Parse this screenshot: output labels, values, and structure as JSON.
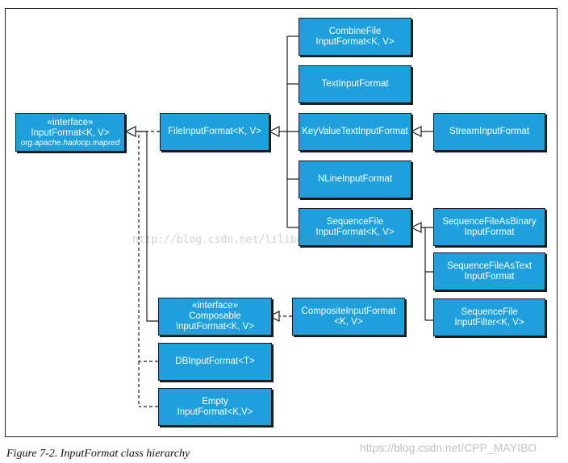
{
  "nodes": {
    "inputformat": {
      "stereotype": "«interface»",
      "name": "InputFormat<K, V>",
      "package": "org.apache.hadoop.mapred"
    },
    "fileinputformat": {
      "name": "FileInputFormat<K, V>"
    },
    "combinefile": {
      "line1": "CombineFile",
      "line2": "InputFormat<K, V>"
    },
    "textinputformat": {
      "name": "TextInputFormat"
    },
    "keyvalue": {
      "name": "KeyValueTextInputFormat"
    },
    "streaminputformat": {
      "name": "StreamInputFormat"
    },
    "nlineinputformat": {
      "name": "NLineInputFormat"
    },
    "sequencefile": {
      "line1": "SequenceFile",
      "line2": "InputFormat<K, V>"
    },
    "seqbinary": {
      "line1": "SequenceFileAsBinary",
      "line2": "InputFormat"
    },
    "seqtext": {
      "line1": "SequenceFileAsText",
      "line2": "InputFormat"
    },
    "seqfilter": {
      "line1": "SequenceFile",
      "line2": "InputFilter<K, V>"
    },
    "composable": {
      "stereotype": "«interface»",
      "line1": "Composable",
      "line2": "InputFormat<K, V>"
    },
    "composite": {
      "line1": "CompositeInputFormat",
      "line2": "<K, V>"
    },
    "dbinputformat": {
      "name": "DBInputFormat<T>"
    },
    "empty": {
      "line1": "Empty",
      "line2": "InputFormat<K,V>"
    }
  },
  "watermark_center": "http://blog.csdn.net/lilibeichadaixiaohu",
  "watermark_corner": "https://blog.csdn.net/CPP_MAYIBO",
  "caption": "Figure 7-2. InputFormat class hierarchy",
  "colors": {
    "node_fill": "#1ea0dd",
    "node_border": "#1a1a1a",
    "node_text": "#ffffff",
    "line": "#1a1a1a"
  }
}
